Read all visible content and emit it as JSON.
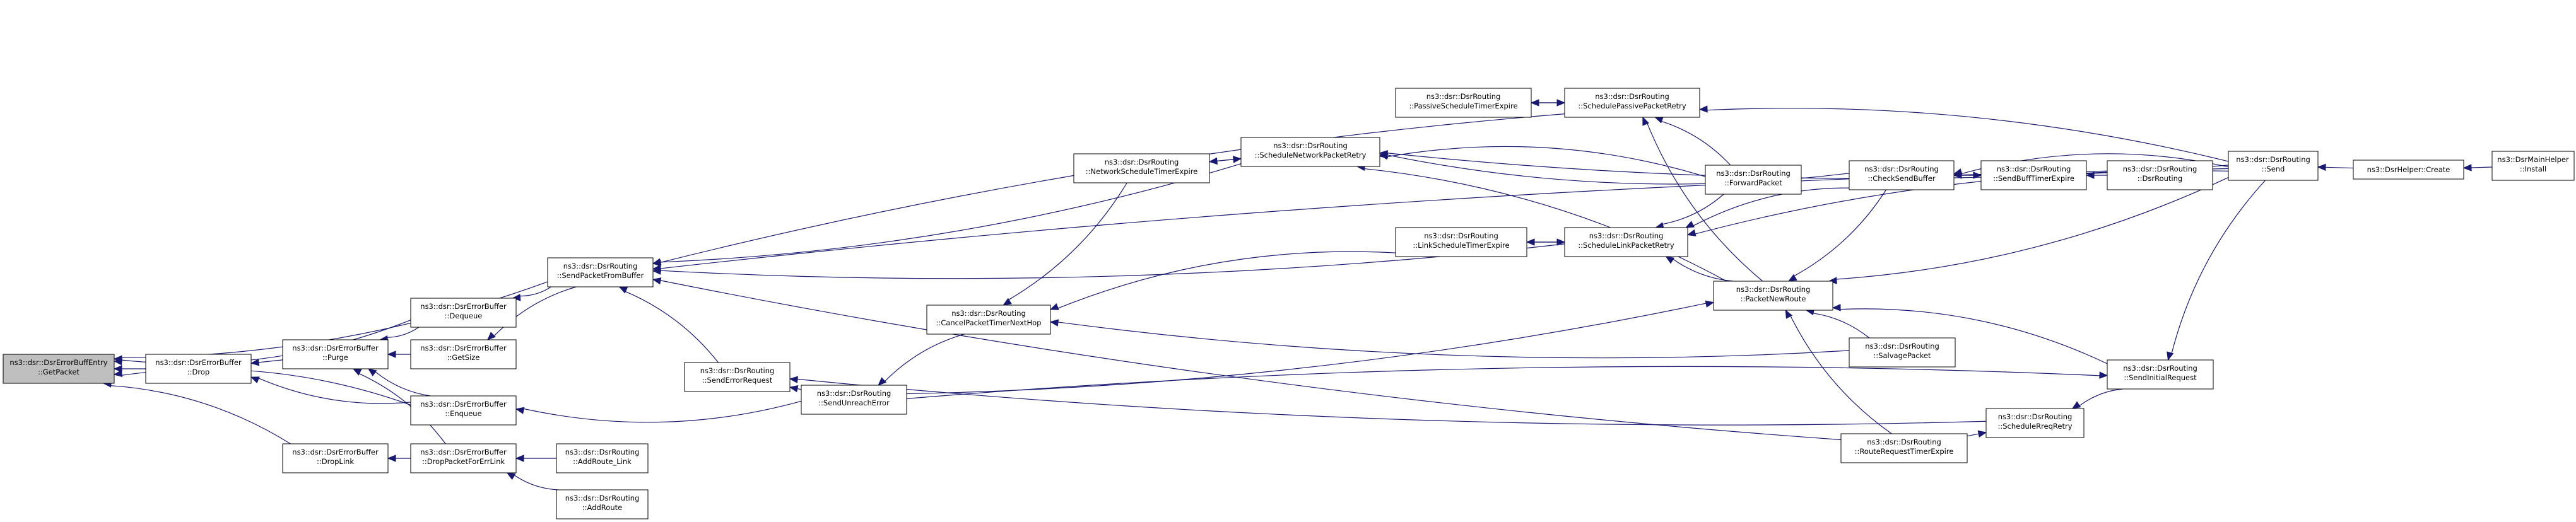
{
  "colors": {
    "edge": "#191970",
    "root_fill": "#bfbfbf",
    "node_fill": "#ffffff",
    "border": "#000000"
  },
  "nodes": [
    {
      "id": "getpacket",
      "line1": "ns3::dsr::DsrErrorBuffEntry",
      "line2": "::GetPacket",
      "root": true
    },
    {
      "id": "drop",
      "line1": "ns3::dsr::DsrErrorBuffer",
      "line2": "::Drop"
    },
    {
      "id": "droplink",
      "line1": "ns3::dsr::DsrErrorBuffer",
      "line2": "::DropLink"
    },
    {
      "id": "purge",
      "line1": "ns3::dsr::DsrErrorBuffer",
      "line2": "::Purge"
    },
    {
      "id": "dequeue",
      "line1": "ns3::dsr::DsrErrorBuffer",
      "line2": "::Dequeue"
    },
    {
      "id": "getsize",
      "line1": "ns3::dsr::DsrErrorBuffer",
      "line2": "::GetSize"
    },
    {
      "id": "enqueue",
      "line1": "ns3::dsr::DsrErrorBuffer",
      "line2": "::Enqueue"
    },
    {
      "id": "droppkt",
      "line1": "ns3::dsr::DsrErrorBuffer",
      "line2": "::DropPacketForErrLink"
    },
    {
      "id": "sendpkt",
      "line1": "ns3::dsr::DsrRouting",
      "line2": "::SendPacketFromBuffer"
    },
    {
      "id": "senderr",
      "line1": "ns3::dsr::DsrRouting",
      "line2": "::SendErrorRequest"
    },
    {
      "id": "sendunreach",
      "line1": "ns3::dsr::DsrRouting",
      "line2": "::SendUnreachError"
    },
    {
      "id": "addroutelink",
      "line1": "ns3::dsr::DsrRouting",
      "line2": "::AddRoute_Link"
    },
    {
      "id": "addroute",
      "line1": "ns3::dsr::DsrRouting",
      "line2": "::AddRoute"
    },
    {
      "id": "canceltimer",
      "line1": "ns3::dsr::DsrRouting",
      "line2": "::CancelPacketTimerNextHop"
    },
    {
      "id": "netsched",
      "line1": "ns3::dsr::DsrRouting",
      "line2": "::NetworkScheduleTimerExpire"
    },
    {
      "id": "schednet",
      "line1": "ns3::dsr::DsrRouting",
      "line2": "::ScheduleNetworkPacketRetry"
    },
    {
      "id": "passsched",
      "line1": "ns3::dsr::DsrRouting",
      "line2": "::PassiveScheduleTimerExpire"
    },
    {
      "id": "schedpass",
      "line1": "ns3::dsr::DsrRouting",
      "line2": "::SchedulePassivePacketRetry"
    },
    {
      "id": "linksched",
      "line1": "ns3::dsr::DsrRouting",
      "line2": "::LinkScheduleTimerExpire"
    },
    {
      "id": "schedlink",
      "line1": "ns3::dsr::DsrRouting",
      "line2": "::ScheduleLinkPacketRetry"
    },
    {
      "id": "forward",
      "line1": "ns3::dsr::DsrRouting",
      "line2": "::ForwardPacket"
    },
    {
      "id": "pktnew",
      "line1": "ns3::dsr::DsrRouting",
      "line2": "::PacketNewRoute"
    },
    {
      "id": "salvage",
      "line1": "ns3::dsr::DsrRouting",
      "line2": "::SalvagePacket"
    },
    {
      "id": "routereq",
      "line1": "ns3::dsr::DsrRouting",
      "line2": "::RouteRequestTimerExpire"
    },
    {
      "id": "checksend",
      "line1": "ns3::dsr::DsrRouting",
      "line2": "::CheckSendBuffer"
    },
    {
      "id": "sendbuff",
      "line1": "ns3::dsr::DsrRouting",
      "line2": "::SendBuffTimerExpire"
    },
    {
      "id": "dsrrouting",
      "line1": "ns3::dsr::DsrRouting",
      "line2": "::DsrRouting"
    },
    {
      "id": "schedrreq",
      "line1": "ns3::dsr::DsrRouting",
      "line2": "::ScheduleRreqRetry"
    },
    {
      "id": "sendinit",
      "line1": "ns3::dsr::DsrRouting",
      "line2": "::SendInitialRequest"
    },
    {
      "id": "send",
      "line1": "ns3::dsr::DsrRouting",
      "line2": "::Send"
    },
    {
      "id": "helpercreate",
      "line1": "ns3::DsrHelper::Create",
      "line2": ""
    },
    {
      "id": "install",
      "line1": "ns3::DsrMainHelper",
      "line2": "::Install"
    }
  ],
  "edges": [
    {
      "from": "drop",
      "to": "getpacket"
    },
    {
      "from": "droplink",
      "to": "getpacket"
    },
    {
      "from": "dequeue",
      "to": "getpacket"
    },
    {
      "from": "enqueue",
      "to": "getpacket"
    },
    {
      "from": "sendpkt",
      "to": "getpacket"
    },
    {
      "from": "purge",
      "to": "drop"
    },
    {
      "from": "enqueue",
      "to": "drop"
    },
    {
      "from": "droppkt",
      "to": "droplink"
    },
    {
      "from": "dequeue",
      "to": "purge"
    },
    {
      "from": "getsize",
      "to": "purge"
    },
    {
      "from": "enqueue",
      "to": "purge"
    },
    {
      "from": "droppkt",
      "to": "purge"
    },
    {
      "from": "sendpkt",
      "to": "dequeue"
    },
    {
      "from": "sendpkt",
      "to": "getsize"
    },
    {
      "from": "sendunreach",
      "to": "enqueue"
    },
    {
      "from": "addroutelink",
      "to": "droppkt"
    },
    {
      "from": "addroute",
      "to": "droppkt"
    },
    {
      "from": "senderr",
      "to": "sendpkt"
    },
    {
      "from": "schednet",
      "to": "sendpkt"
    },
    {
      "from": "schedpass",
      "to": "sendpkt"
    },
    {
      "from": "schedlink",
      "to": "sendpkt"
    },
    {
      "from": "send",
      "to": "sendpkt"
    },
    {
      "from": "routereq",
      "to": "sendpkt"
    },
    {
      "from": "sendunreach",
      "to": "senderr"
    },
    {
      "from": "schedrreq",
      "to": "senderr"
    },
    {
      "from": "canceltimer",
      "to": "sendunreach"
    },
    {
      "from": "netsched",
      "to": "canceltimer"
    },
    {
      "from": "linksched",
      "to": "canceltimer"
    },
    {
      "from": "salvage",
      "to": "canceltimer"
    },
    {
      "from": "schednet",
      "to": "netsched"
    },
    {
      "from": "netsched",
      "to": "schednet"
    },
    {
      "from": "forward",
      "to": "schednet"
    },
    {
      "from": "checksend",
      "to": "schednet"
    },
    {
      "from": "pktnew",
      "to": "schednet"
    },
    {
      "from": "send",
      "to": "schednet"
    },
    {
      "from": "schedpass",
      "to": "passsched"
    },
    {
      "from": "passsched",
      "to": "schedpass"
    },
    {
      "from": "forward",
      "to": "schedpass"
    },
    {
      "from": "pktnew",
      "to": "schedpass"
    },
    {
      "from": "send",
      "to": "schedpass"
    },
    {
      "from": "schedlink",
      "to": "linksched"
    },
    {
      "from": "linksched",
      "to": "schedlink"
    },
    {
      "from": "forward",
      "to": "schedlink"
    },
    {
      "from": "checksend",
      "to": "schedlink"
    },
    {
      "from": "pktnew",
      "to": "schedlink"
    },
    {
      "from": "send",
      "to": "schedlink"
    },
    {
      "from": "checksend",
      "to": "pktnew"
    },
    {
      "from": "salvage",
      "to": "pktnew"
    },
    {
      "from": "routereq",
      "to": "pktnew"
    },
    {
      "from": "sendinit",
      "to": "pktnew"
    },
    {
      "from": "send",
      "to": "pktnew"
    },
    {
      "from": "sendunreach",
      "to": "pktnew"
    },
    {
      "from": "sendbuff",
      "to": "checksend"
    },
    {
      "from": "checksend",
      "to": "sendbuff"
    },
    {
      "from": "dsrrouting",
      "to": "sendbuff"
    },
    {
      "from": "send",
      "to": "checksend"
    },
    {
      "from": "routereq",
      "to": "schedrreq"
    },
    {
      "from": "sendinit",
      "to": "schedrreq"
    },
    {
      "from": "sendunreach",
      "to": "sendinit"
    },
    {
      "from": "send",
      "to": "sendinit"
    },
    {
      "from": "helpercreate",
      "to": "send"
    },
    {
      "from": "install",
      "to": "helpercreate"
    }
  ]
}
